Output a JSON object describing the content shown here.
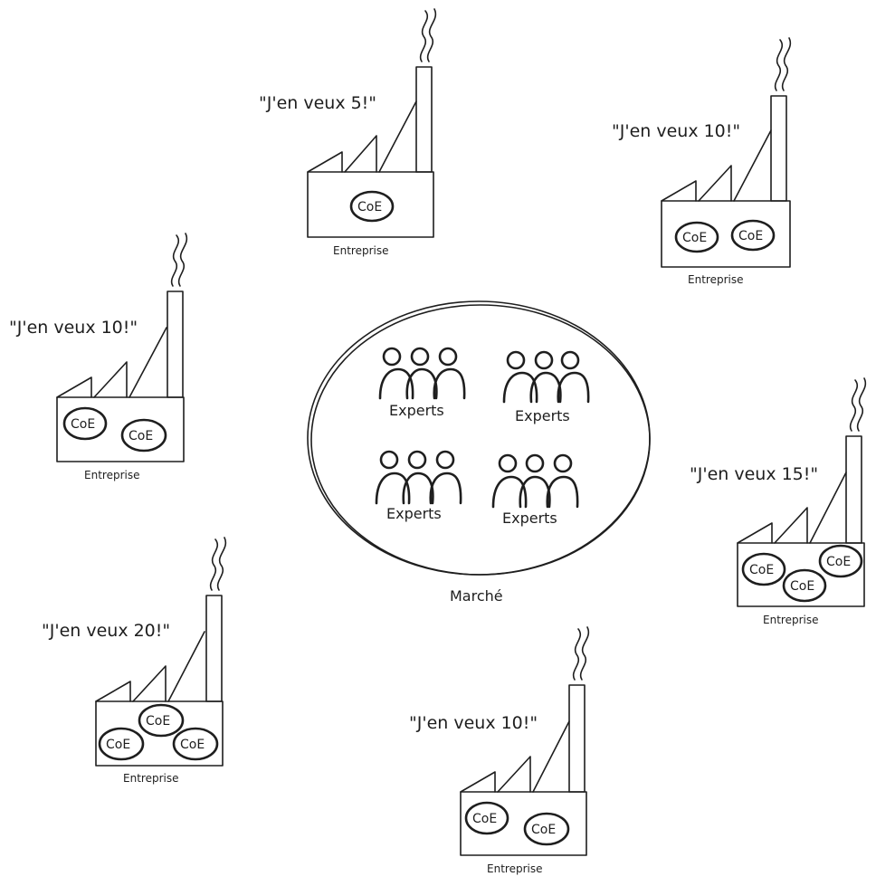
{
  "market": {
    "label": "Marché",
    "groups": [
      {
        "label": "Experts"
      },
      {
        "label": "Experts"
      },
      {
        "label": "Experts"
      },
      {
        "label": "Experts"
      }
    ]
  },
  "factories": [
    {
      "quote": "\"J'en veux 5!\"",
      "label": "Entreprise",
      "coes": [
        "CoE"
      ]
    },
    {
      "quote": "\"J'en veux 10!\"",
      "label": "Entreprise",
      "coes": [
        "CoE",
        "CoE"
      ]
    },
    {
      "quote": "\"J'en veux 10!\"",
      "label": "Entreprise",
      "coes": [
        "CoE",
        "CoE"
      ]
    },
    {
      "quote": "\"J'en veux 15!\"",
      "label": "Entreprise",
      "coes": [
        "CoE",
        "CoE",
        "CoE"
      ]
    },
    {
      "quote": "\"J'en veux 20!\"",
      "label": "Entreprise",
      "coes": [
        "CoE",
        "CoE",
        "CoE"
      ]
    },
    {
      "quote": "\"J'en veux 10!\"",
      "label": "Entreprise",
      "coes": [
        "CoE",
        "CoE"
      ]
    }
  ]
}
